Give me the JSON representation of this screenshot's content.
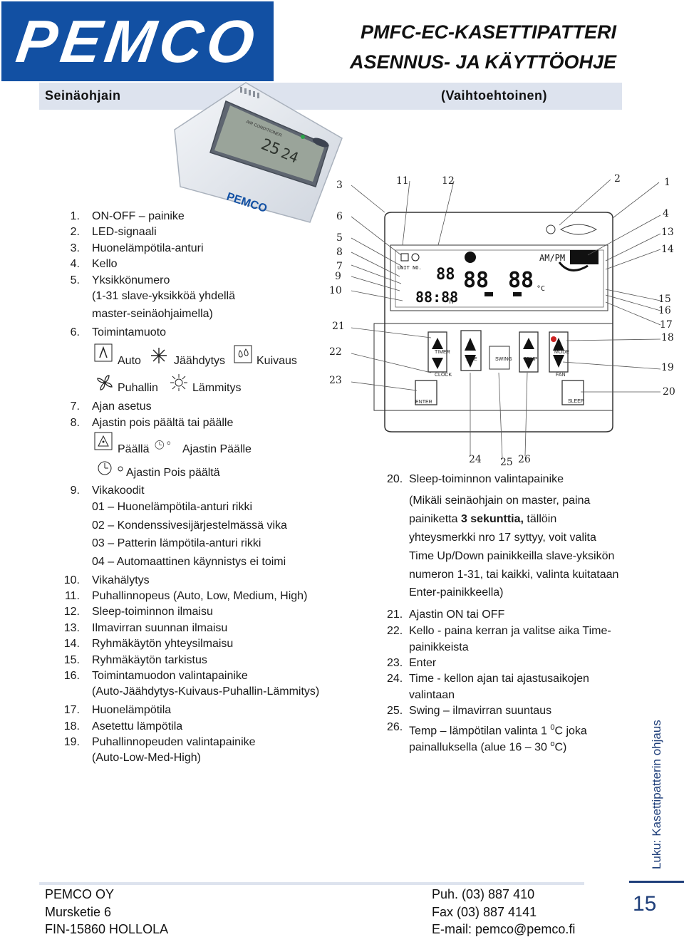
{
  "header": {
    "logo_text": "PEMCO",
    "title_line1": "PMFC-EC-KASETTIPATTERI",
    "title_line2": "ASENNUS- JA KÄYTTÖOHJE",
    "section_left": "Seinäohjain",
    "section_right": "(Vaihtoehtoinen)"
  },
  "device_photo": {
    "brand": "PEMCO",
    "lcd_line1": "AIR CONDITIONER",
    "lcd_temp1": "25",
    "lcd_temp2": "24"
  },
  "left_list": {
    "items": [
      {
        "n": "1.",
        "text": "ON-OFF – painike"
      },
      {
        "n": "2.",
        "text": "LED-signaali"
      },
      {
        "n": "3.",
        "text": "Huonelämpötila-anturi"
      },
      {
        "n": "4.",
        "text": "Kello"
      },
      {
        "n": "5.",
        "text": "Yksikkönumero"
      },
      {
        "n": "",
        "text": "(1-31 slave-yksikköä yhdellä"
      },
      {
        "n": "",
        "text": "master-seinäohjaimella)"
      },
      {
        "n": "6.",
        "text": "Toimintamuoto"
      }
    ],
    "modes_row1": [
      "Auto",
      "Jäähdytys",
      "Kuivaus"
    ],
    "modes_row2": [
      "Puhallin",
      "Lämmitys"
    ],
    "items2": [
      {
        "n": "7.",
        "text": "Ajan asetus"
      },
      {
        "n": "8.",
        "text": "Ajastin pois päältä tai päälle"
      }
    ],
    "timer_row1": [
      "Päällä",
      "Ajastin Päälle"
    ],
    "timer_row2": "Ajastin Pois päältä",
    "item9": {
      "n": "9.",
      "text": "Vikakoodit"
    },
    "faults": [
      "01 – Huonelämpötila-anturi rikki",
      "02 – Kondenssivesijärjestelmässä vika",
      "03 – Patterin lämpötila-anturi rikki",
      "04 – Automaattinen käynnistys ei toimi"
    ],
    "items3": [
      {
        "n": "10.",
        "text": "Vikahälytys"
      },
      {
        "n": "11.",
        "text": "Puhallinnopeus (Auto, Low, Medium, High)"
      },
      {
        "n": "12.",
        "text": "Sleep-toiminnon ilmaisu"
      },
      {
        "n": "13.",
        "text": "Ilmavirran suunnan ilmaisu"
      },
      {
        "n": "14.",
        "text": "Ryhmäkäytön yhteysilmaisu"
      },
      {
        "n": "15.",
        "text": "Ryhmäkäytön tarkistus"
      },
      {
        "n": "16.",
        "text": "Toimintamuodon valintapainike"
      },
      {
        "n": "",
        "text": "(Auto-Jäähdytys-Kuivaus-Puhallin-Lämmitys)"
      },
      {
        "n": "17.",
        "text": "Huonelämpötila"
      },
      {
        "n": "18.",
        "text": "Asetettu lämpötila"
      },
      {
        "n": "19.",
        "text": "Puhallinnopeuden valintapainike"
      },
      {
        "n": "",
        "text": "(Auto-Low-Med-High)"
      }
    ]
  },
  "diagram": {
    "callouts": [
      "3",
      "11",
      "12",
      "2",
      "1",
      "6",
      "4",
      "13",
      "14",
      "5",
      "8",
      "7",
      "9",
      "10",
      "15",
      "16",
      "17",
      "18",
      "21",
      "22",
      "19",
      "23",
      "20",
      "24",
      "25",
      "26"
    ],
    "lcd": {
      "ampm": "AM/PM",
      "unit_no": "UNIT NO.",
      "digits_a": "88",
      "digits_b": "88",
      "digits_c": "88",
      "time": "88:88",
      "h": "h",
      "deg": "°C"
    },
    "buttons": [
      "TIMER",
      "CLOCK",
      "TIME",
      "SWING",
      "TEMP",
      "MODE",
      "FAN",
      "ENTER",
      "SLEEP"
    ]
  },
  "right_list": {
    "item20": {
      "n": "20.",
      "text": "Sleep-toiminnon valintapainike"
    },
    "item20_detail": [
      "(Mikäli seinäohjain on master, paina",
      "yhteysmerkki nro 17 syttyy, voit valita",
      "Time Up/Down painikkeilla slave-yksikön",
      "numeron 1-31, tai kaikki, valinta kuitataan",
      "Enter-painikkeella)"
    ],
    "item20_bold_prefix": "painiketta ",
    "item20_bold": "3 sekunttia,",
    "item20_bold_suffix": " tällöin",
    "items": [
      {
        "n": "21.",
        "text": "Ajastin ON tai OFF"
      },
      {
        "n": "22.",
        "text": "Kello - paina kerran ja valitse aika Time-"
      },
      {
        "n": "",
        "text": "painikkeista"
      },
      {
        "n": "23.",
        "text": "Enter"
      },
      {
        "n": "24.",
        "text": "Time - kellon ajan tai ajastusaikojen"
      },
      {
        "n": "",
        "text": "valintaan"
      },
      {
        "n": "25.",
        "text": "Swing – ilmavirran suuntaus"
      }
    ],
    "item26": {
      "n": "26.",
      "text_a": "Temp – lämpötilan valinta 1 ",
      "sup_a": "0",
      "text_b": "C joka",
      "line2_a": "painalluksella  (alue 16 – 30 ",
      "sup_b": "o",
      "line2_b": "C)"
    }
  },
  "sidebar": {
    "prefix": "Luku:",
    "text": " Kasettipatterin ohjaus",
    "page": "15"
  },
  "footer": {
    "company": "PEMCO OY",
    "street": "Mursketie 6",
    "city": "FIN-15860  HOLLOLA",
    "phone": "Puh. (03) 887 410",
    "fax": "Fax (03) 887 4141",
    "email": "E-mail: pemco@pemco.fi"
  },
  "colors": {
    "logo_bg": "#1250a3",
    "band": "#dde3ee",
    "accent": "#1f3f7a"
  }
}
